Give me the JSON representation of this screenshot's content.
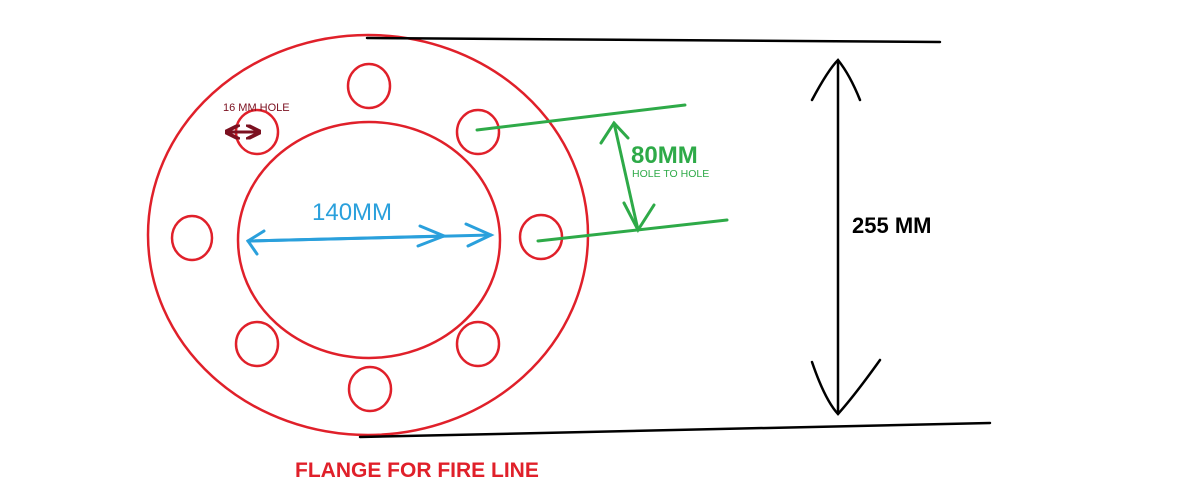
{
  "title": "FLANGE FOR FIRE LINE",
  "labels": {
    "hole_size": "16 MM HOLE",
    "inner_diameter": "140MM",
    "hole_spacing": "80MM",
    "hole_spacing_note": "HOLE TO HOLE",
    "outer_diameter": "255 MM"
  },
  "colors": {
    "flange": "#e0202a",
    "inner": "#2aa0dc",
    "spacing": "#2eaa48",
    "hole": "#7b1020",
    "outer": "#000000"
  },
  "bolt_hole_count": 8
}
